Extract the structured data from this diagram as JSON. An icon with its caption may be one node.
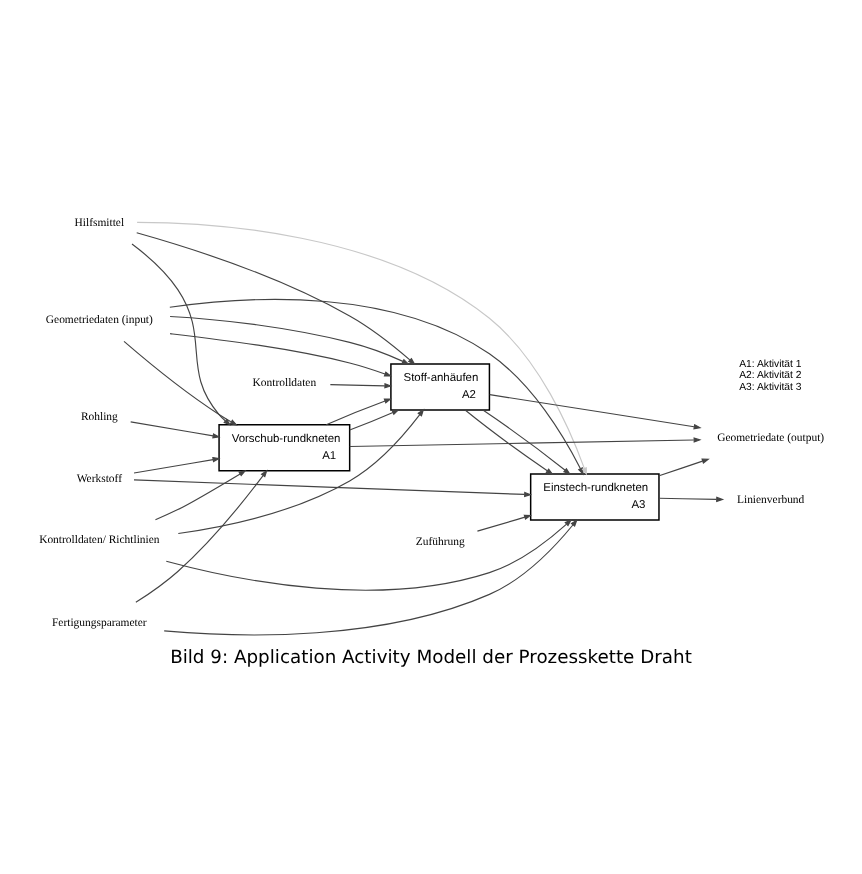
{
  "diagram": {
    "caption": "Bild 9: Application Activity Modell der Prozesskette Draht",
    "nodes": [
      {
        "text": [
          "Werkstoff"
        ]
      },
      {
        "text": [
          "Geometriedaten (input)"
        ]
      },
      {
        "text": [
          "Rohling"
        ]
      },
      {
        "text": [
          "Hilfsmittel"
        ]
      },
      {
        "text": [
          "Vorschub-rundkneten",
          "A1"
        ]
      },
      {
        "text": [
          "Stoff-anhäufen",
          "A2"
        ]
      },
      {
        "text": [
          "Einstech-rundkneten",
          "A3"
        ]
      },
      {
        "text": [
          "Geometriedate (output)"
        ]
      },
      {
        "text": [
          "Linienverbund"
        ]
      },
      {
        "text": [
          "Kontrolldaten/ Richtlinien"
        ]
      },
      {
        "text": [
          "Fertigungsparameter"
        ]
      },
      {
        "text": [
          "Kontrolldaten"
        ]
      },
      {
        "text": [
          "Zuführung"
        ]
      }
    ],
    "edges": [
      {
        "from": 0,
        "to": 4,
        "arrow": "to"
      },
      {
        "from": 0,
        "to": 6,
        "arrow": "to"
      },
      {
        "from": 1,
        "to": 4,
        "arrow": "to"
      },
      {
        "from": 1,
        "to": 5,
        "arrow": "to"
      },
      {
        "from": 1,
        "to": 5,
        "arrow": "to"
      },
      {
        "from": 1,
        "to": 6,
        "arrow": "to"
      },
      {
        "from": 2,
        "to": 4,
        "arrow": "to"
      },
      {
        "from": 3,
        "to": 4,
        "arrow": "to"
      },
      {
        "from": 3,
        "to": 5,
        "arrow": "to"
      },
      {
        "from": 3,
        "to": 6,
        "arrow": "to",
        "color": "#c8c8c8"
      },
      {
        "from": 4,
        "to": 5,
        "arrow": "to"
      },
      {
        "from": 4,
        "to": 5,
        "arrow": "to"
      },
      {
        "from": 4,
        "to": 7,
        "arrow": "to"
      },
      {
        "from": 5,
        "to": 6,
        "arrow": "to"
      },
      {
        "from": 5,
        "to": 6,
        "arrow": "to"
      },
      {
        "from": 5,
        "to": 7,
        "arrow": "to"
      },
      {
        "from": 6,
        "to": 7,
        "arrow": "to"
      },
      {
        "from": 6,
        "to": 8,
        "arrow": "to"
      },
      {
        "from": 9,
        "to": 4,
        "arrow": "to"
      },
      {
        "from": 9,
        "to": 5,
        "arrow": "to"
      },
      {
        "from": 9,
        "to": 6,
        "arrow": "to"
      },
      {
        "from": 10,
        "to": 4,
        "arrow": "to"
      },
      {
        "from": 10,
        "to": 6,
        "arrow": "to"
      },
      {
        "from": 11,
        "to": 5,
        "arrow": "to"
      },
      {
        "from": 12,
        "to": 6,
        "arrow": "to"
      }
    ],
    "labels": [
      "A1: Aktivität 1",
      "A2: Aktivität 2",
      "A3: Aktivität 3"
    ]
  }
}
